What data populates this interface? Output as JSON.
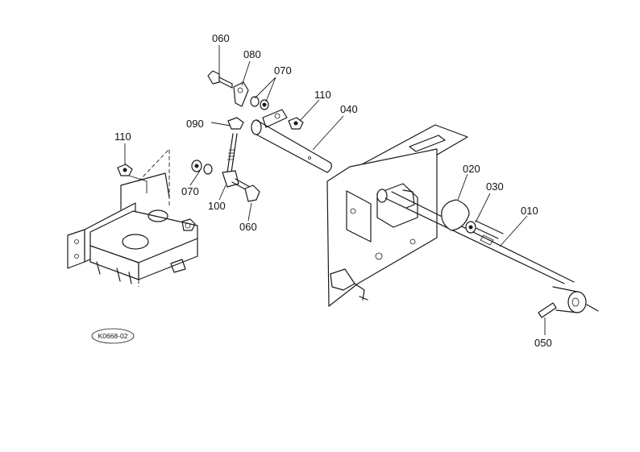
{
  "parts": {
    "p060_top": "060",
    "p080": "080",
    "p070_top": "070",
    "p110_top": "110",
    "p040": "040",
    "p090": "090",
    "p110_left": "110",
    "p070_left": "070",
    "p100": "100",
    "p060_bottom": "060",
    "p020": "020",
    "p030": "030",
    "p010": "010",
    "p050": "050"
  },
  "reference_code": "K0668-02"
}
